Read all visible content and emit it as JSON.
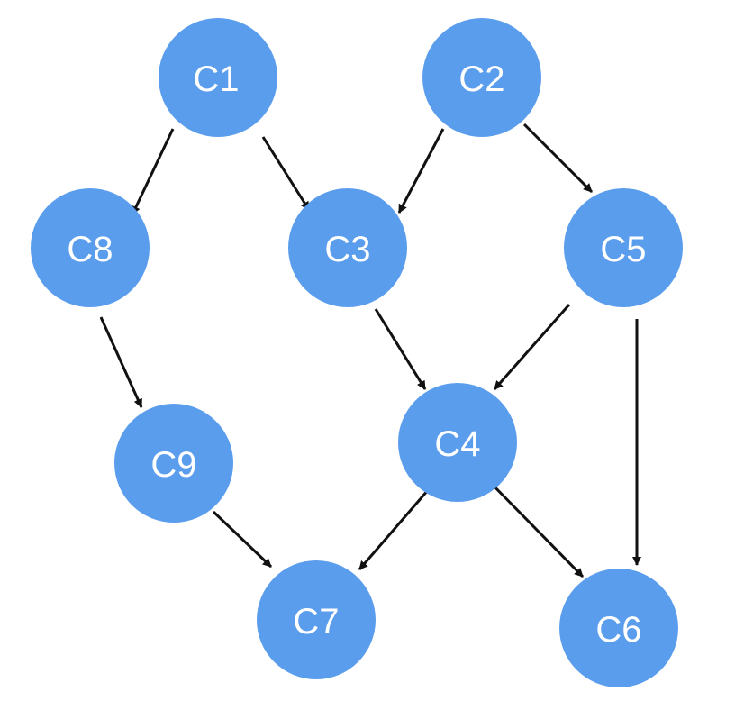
{
  "colors": {
    "node_fill": "#5b9ded",
    "node_text": "#ffffff",
    "edge": "#111111",
    "background": "#ffffff"
  },
  "nodes": {
    "c1": "C1",
    "c2": "C2",
    "c3": "C3",
    "c4": "C4",
    "c5": "C5",
    "c6": "C6",
    "c7": "C7",
    "c8": "C8",
    "c9": "C9"
  },
  "edges": [
    {
      "from": "C1",
      "to": "C8"
    },
    {
      "from": "C1",
      "to": "C3"
    },
    {
      "from": "C2",
      "to": "C3"
    },
    {
      "from": "C2",
      "to": "C5"
    },
    {
      "from": "C8",
      "to": "C9"
    },
    {
      "from": "C3",
      "to": "C4"
    },
    {
      "from": "C5",
      "to": "C4"
    },
    {
      "from": "C5",
      "to": "C6"
    },
    {
      "from": "C9",
      "to": "C7"
    },
    {
      "from": "C4",
      "to": "C7"
    },
    {
      "from": "C4",
      "to": "C6"
    }
  ]
}
